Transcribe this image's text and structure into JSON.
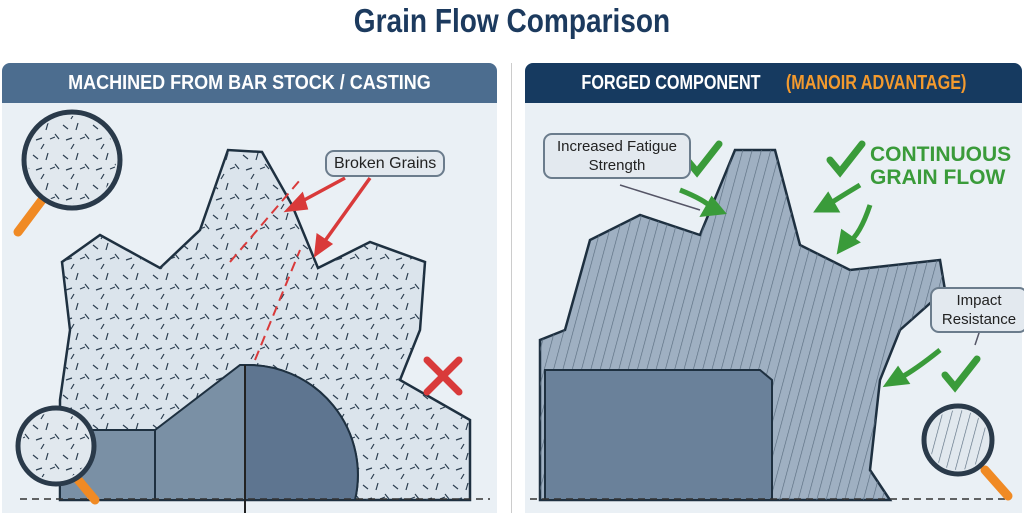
{
  "title": "Grain Flow Comparison",
  "left": {
    "header": "MACHINED FROM BAR STOCK / CASTING",
    "callout": "Broken Grains"
  },
  "right": {
    "header_main": "FORGED COMPONENT",
    "header_accent": "(MANOIR ADVANTAGE)",
    "callout_fatigue": "Increased Fatigue Strength",
    "callout_impact": "Impact Resistance",
    "flow_line1": "CONTINUOUS",
    "flow_line2": "GRAIN FLOW"
  },
  "colors": {
    "navy": "#163a60",
    "accent": "#f39a2e",
    "good": "#3a9b3a",
    "bad": "#d93a3a"
  }
}
